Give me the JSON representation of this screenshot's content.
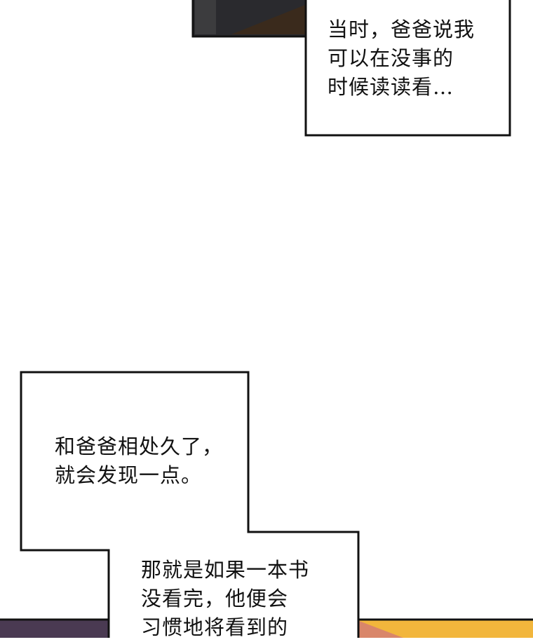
{
  "captions": [
    {
      "lines": [
        "当时，爸爸说我",
        "可以在没事的",
        "时候读读看…"
      ]
    },
    {
      "lines": [
        "和爸爸相处久了，",
        "就会发现一点。"
      ]
    },
    {
      "lines": [
        "那就是如果一本书",
        "没看完，他便会",
        "习惯地将看到的"
      ]
    }
  ],
  "colors": {
    "panel_dark": "#2a2a2e",
    "panel_brown": "#3a2a1c",
    "panel_purple": "#4a3a52",
    "panel_orange": "#f2b63c",
    "panel_salmon": "#d9866a"
  }
}
